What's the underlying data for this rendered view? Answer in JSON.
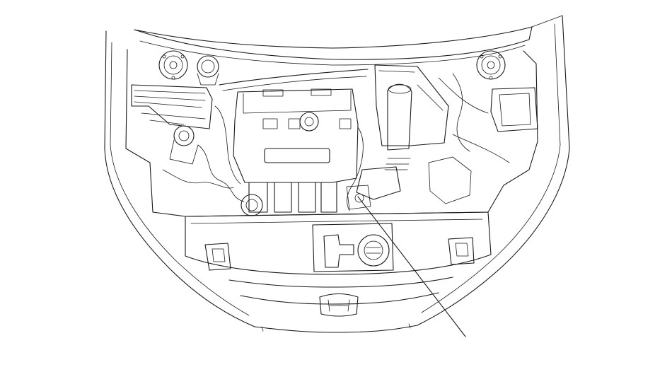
{
  "diagram": {
    "subject": "engine-compartment",
    "line_color": "#1a1a1a",
    "background": "#ffffff",
    "emblem": "honda-h-logo",
    "callouts": [
      {
        "name": "callout-leader-line",
        "label": ""
      }
    ]
  }
}
